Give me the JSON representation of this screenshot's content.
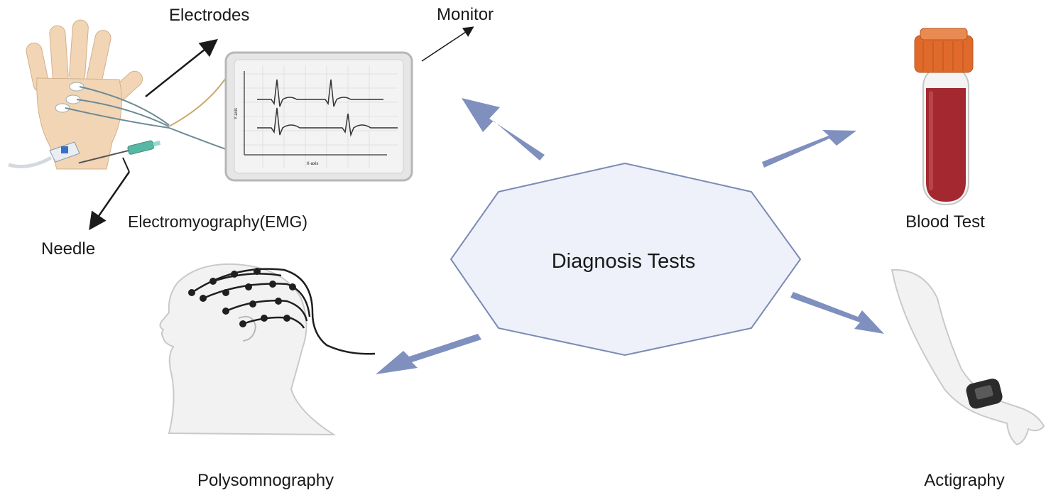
{
  "center": {
    "label": "Diagnosis Tests"
  },
  "tests": {
    "emg": {
      "label": "Electromyography(EMG)",
      "callouts": {
        "electrodes": "Electrodes",
        "monitor": "Monitor",
        "needle": "Needle"
      },
      "monitor_axis": {
        "x": "X-axis",
        "y": "Y-axis"
      }
    },
    "blood_test": {
      "label": "Blood Test"
    },
    "polysomnography": {
      "label": "Polysomnography"
    },
    "actigraphy": {
      "label": "Actigraphy"
    }
  },
  "colors": {
    "octagon_fill": "#eef1f9",
    "octagon_stroke": "#7b8bb3",
    "arrow": "#7f8fbe",
    "tube_cap": "#e06a2b",
    "blood": "#a3282f",
    "skin": "#f2d5b5"
  },
  "icons": [
    "hand-icon",
    "monitor-icon",
    "blood-tube-icon",
    "eeg-head-icon",
    "arm-watch-icon"
  ]
}
